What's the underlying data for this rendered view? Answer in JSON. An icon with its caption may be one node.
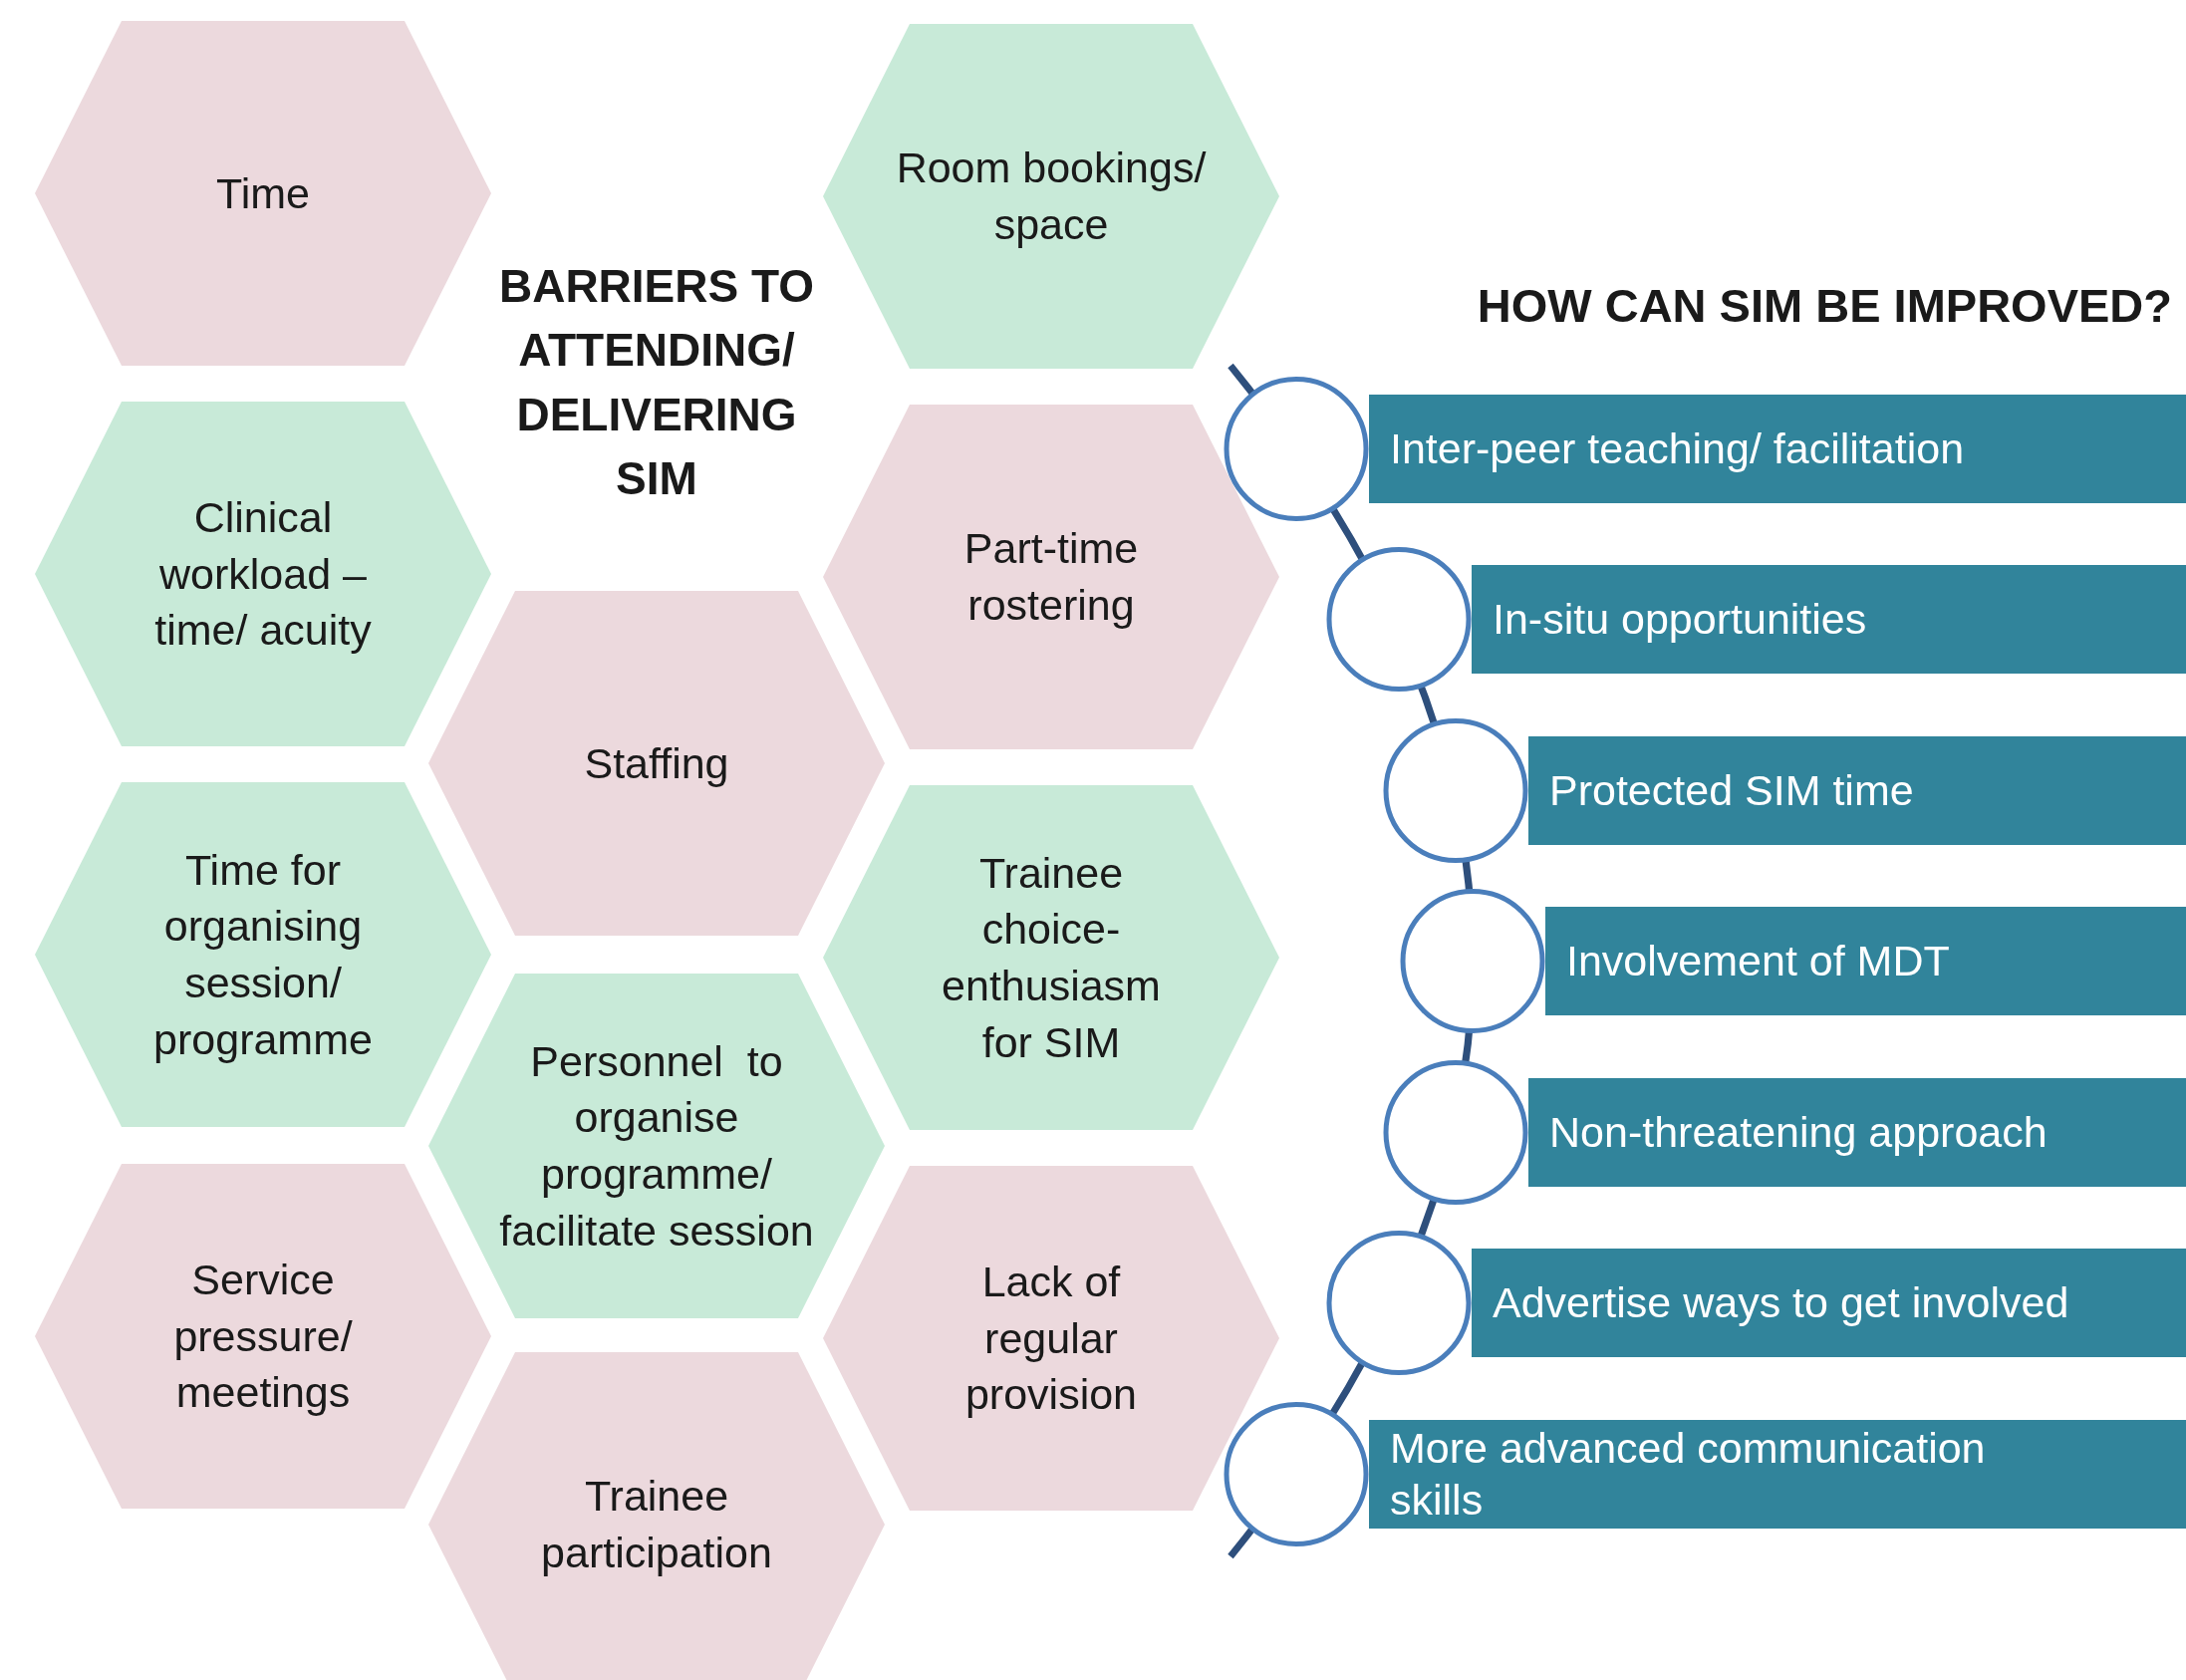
{
  "diagram": {
    "nodes": [
      {
        "text": [
          "Time"
        ]
      },
      {
        "text": [
          "Clinical workload – time/ acuity"
        ]
      },
      {
        "text": [
          "Time for organising session/ programme"
        ]
      },
      {
        "text": [
          "Service pressure/ meetings"
        ]
      },
      {
        "text": [
          "Staffing"
        ]
      },
      {
        "text": [
          "Personnel  to organise programme/ facilitate session"
        ]
      },
      {
        "text": [
          "Trainee participation"
        ]
      },
      {
        "text": [
          "Room bookings/ space"
        ]
      },
      {
        "text": [
          "Part-time rostering"
        ]
      },
      {
        "text": [
          "Trainee choice- enthusiasm for SIM"
        ]
      },
      {
        "text": [
          "Lack of regular provision"
        ]
      },
      {
        "text": [
          "Inter-peer teaching/ facilitation"
        ]
      },
      {
        "text": [
          "In-situ opportunities"
        ]
      },
      {
        "text": [
          "Protected SIM time"
        ]
      },
      {
        "text": [
          "Involvement of MDT"
        ]
      },
      {
        "text": [
          "Non-threatening approach"
        ]
      },
      {
        "text": [
          "Advertise ways to get involved"
        ]
      },
      {
        "text": [
          "More advanced communication skills"
        ]
      }
    ],
    "labels": [
      "BARRIERS TO ATTENDING/ DELIVERING SIM",
      "HOW CAN SIM BE IMPROVED?"
    ]
  }
}
